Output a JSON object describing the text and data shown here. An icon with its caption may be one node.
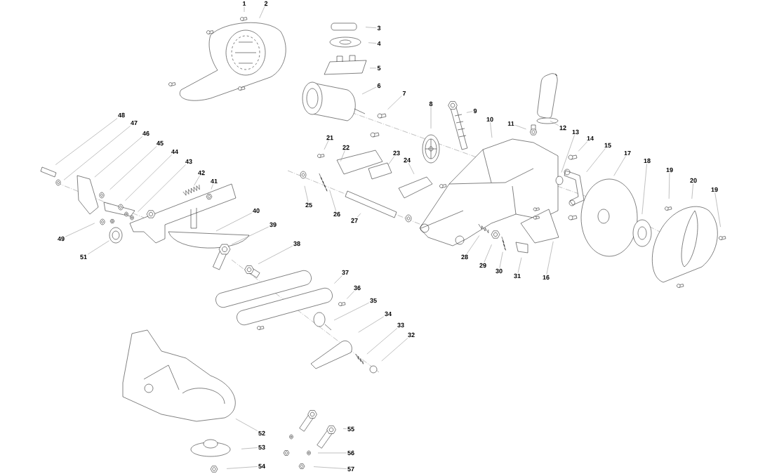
{
  "diagram": {
    "nodes": [
      {
        "text": [
          "1"
        ]
      },
      {
        "text": [
          "2"
        ]
      },
      {
        "text": [
          "3"
        ]
      },
      {
        "text": [
          "4"
        ]
      },
      {
        "text": [
          "5"
        ]
      },
      {
        "text": [
          "6"
        ]
      },
      {
        "text": [
          "7"
        ]
      },
      {
        "text": [
          "8"
        ]
      },
      {
        "text": [
          "9"
        ]
      },
      {
        "text": [
          "10"
        ]
      },
      {
        "text": [
          "11"
        ]
      },
      {
        "text": [
          "12"
        ]
      },
      {
        "text": [
          "13"
        ]
      },
      {
        "text": [
          "14"
        ]
      },
      {
        "text": [
          "15"
        ]
      },
      {
        "text": [
          "16"
        ]
      },
      {
        "text": [
          "17"
        ]
      },
      {
        "text": [
          "18"
        ]
      },
      {
        "text": [
          "19"
        ]
      },
      {
        "text": [
          "20"
        ]
      },
      {
        "text": [
          "19"
        ]
      },
      {
        "text": [
          "21"
        ]
      },
      {
        "text": [
          "22"
        ]
      },
      {
        "text": [
          "23"
        ]
      },
      {
        "text": [
          "24"
        ]
      },
      {
        "text": [
          "25"
        ]
      },
      {
        "text": [
          "26"
        ]
      },
      {
        "text": [
          "27"
        ]
      },
      {
        "text": [
          "28"
        ]
      },
      {
        "text": [
          "29"
        ]
      },
      {
        "text": [
          "30"
        ]
      },
      {
        "text": [
          "31"
        ]
      },
      {
        "text": [
          "32"
        ]
      },
      {
        "text": [
          "33"
        ]
      },
      {
        "text": [
          "34"
        ]
      },
      {
        "text": [
          "35"
        ]
      },
      {
        "text": [
          "36"
        ]
      },
      {
        "text": [
          "37"
        ]
      },
      {
        "text": [
          "38"
        ]
      },
      {
        "text": [
          "39"
        ]
      },
      {
        "text": [
          "40"
        ]
      },
      {
        "text": [
          "41"
        ]
      },
      {
        "text": [
          "42"
        ]
      },
      {
        "text": [
          "43"
        ]
      },
      {
        "text": [
          "44"
        ]
      },
      {
        "text": [
          "45"
        ]
      },
      {
        "text": [
          "46"
        ]
      },
      {
        "text": [
          "47"
        ]
      },
      {
        "text": [
          "48"
        ]
      },
      {
        "text": [
          "49"
        ]
      },
      {
        "text": [
          "51"
        ]
      },
      {
        "text": [
          "52"
        ]
      },
      {
        "text": [
          "53"
        ]
      },
      {
        "text": [
          "54"
        ]
      },
      {
        "text": [
          "55"
        ]
      },
      {
        "text": [
          "56"
        ]
      },
      {
        "text": [
          "57"
        ]
      }
    ],
    "edges": [
      {
        "from": 0,
        "to": null,
        "arrow": "none"
      },
      {
        "from": 1,
        "to": null,
        "arrow": "none"
      },
      {
        "from": 2,
        "to": null,
        "arrow": "none"
      },
      {
        "from": 3,
        "to": null,
        "arrow": "none"
      },
      {
        "from": 4,
        "to": null,
        "arrow": "none"
      },
      {
        "from": 5,
        "to": null,
        "arrow": "none"
      },
      {
        "from": 6,
        "to": null,
        "arrow": "none"
      },
      {
        "from": 7,
        "to": null,
        "arrow": "none"
      },
      {
        "from": 8,
        "to": null,
        "arrow": "none"
      },
      {
        "from": 9,
        "to": null,
        "arrow": "none"
      },
      {
        "from": 10,
        "to": null,
        "arrow": "none"
      },
      {
        "from": 11,
        "to": null,
        "arrow": "none"
      },
      {
        "from": 12,
        "to": null,
        "arrow": "none"
      },
      {
        "from": 13,
        "to": null,
        "arrow": "none"
      },
      {
        "from": 14,
        "to": null,
        "arrow": "none"
      },
      {
        "from": 15,
        "to": null,
        "arrow": "none"
      },
      {
        "from": 16,
        "to": null,
        "arrow": "none"
      },
      {
        "from": 17,
        "to": null,
        "arrow": "none"
      },
      {
        "from": 18,
        "to": null,
        "arrow": "none"
      },
      {
        "from": 19,
        "to": null,
        "arrow": "none"
      },
      {
        "from": 20,
        "to": null,
        "arrow": "none"
      },
      {
        "from": 21,
        "to": null,
        "arrow": "none"
      },
      {
        "from": 22,
        "to": null,
        "arrow": "none"
      },
      {
        "from": 23,
        "to": null,
        "arrow": "none"
      },
      {
        "from": 24,
        "to": null,
        "arrow": "none"
      },
      {
        "from": 25,
        "to": null,
        "arrow": "none"
      },
      {
        "from": 26,
        "to": null,
        "arrow": "none"
      },
      {
        "from": 27,
        "to": null,
        "arrow": "none"
      },
      {
        "from": 28,
        "to": null,
        "arrow": "none"
      },
      {
        "from": 29,
        "to": null,
        "arrow": "none"
      },
      {
        "from": 30,
        "to": null,
        "arrow": "none"
      },
      {
        "from": 31,
        "to": null,
        "arrow": "none"
      },
      {
        "from": 32,
        "to": null,
        "arrow": "none"
      },
      {
        "from": 33,
        "to": null,
        "arrow": "none"
      },
      {
        "from": 34,
        "to": null,
        "arrow": "none"
      },
      {
        "from": 35,
        "to": null,
        "arrow": "none"
      },
      {
        "from": 36,
        "to": null,
        "arrow": "none"
      },
      {
        "from": 37,
        "to": null,
        "arrow": "none"
      },
      {
        "from": 38,
        "to": null,
        "arrow": "none"
      },
      {
        "from": 39,
        "to": null,
        "arrow": "none"
      },
      {
        "from": 40,
        "to": null,
        "arrow": "none"
      },
      {
        "from": 41,
        "to": null,
        "arrow": "none"
      },
      {
        "from": 42,
        "to": null,
        "arrow": "none"
      },
      {
        "from": 43,
        "to": null,
        "arrow": "none"
      },
      {
        "from": 44,
        "to": null,
        "arrow": "none"
      },
      {
        "from": 45,
        "to": null,
        "arrow": "none"
      },
      {
        "from": 46,
        "to": null,
        "arrow": "none"
      },
      {
        "from": 47,
        "to": null,
        "arrow": "none"
      },
      {
        "from": 48,
        "to": null,
        "arrow": "none"
      },
      {
        "from": 49,
        "to": null,
        "arrow": "none"
      },
      {
        "from": 50,
        "to": null,
        "arrow": "none"
      },
      {
        "from": 51,
        "to": null,
        "arrow": "none"
      },
      {
        "from": 52,
        "to": null,
        "arrow": "none"
      },
      {
        "from": 53,
        "to": null,
        "arrow": "none"
      },
      {
        "from": 54,
        "to": null,
        "arrow": "none"
      },
      {
        "from": 55,
        "to": null,
        "arrow": "none"
      },
      {
        "from": 56,
        "to": null,
        "arrow": "none"
      }
    ]
  }
}
